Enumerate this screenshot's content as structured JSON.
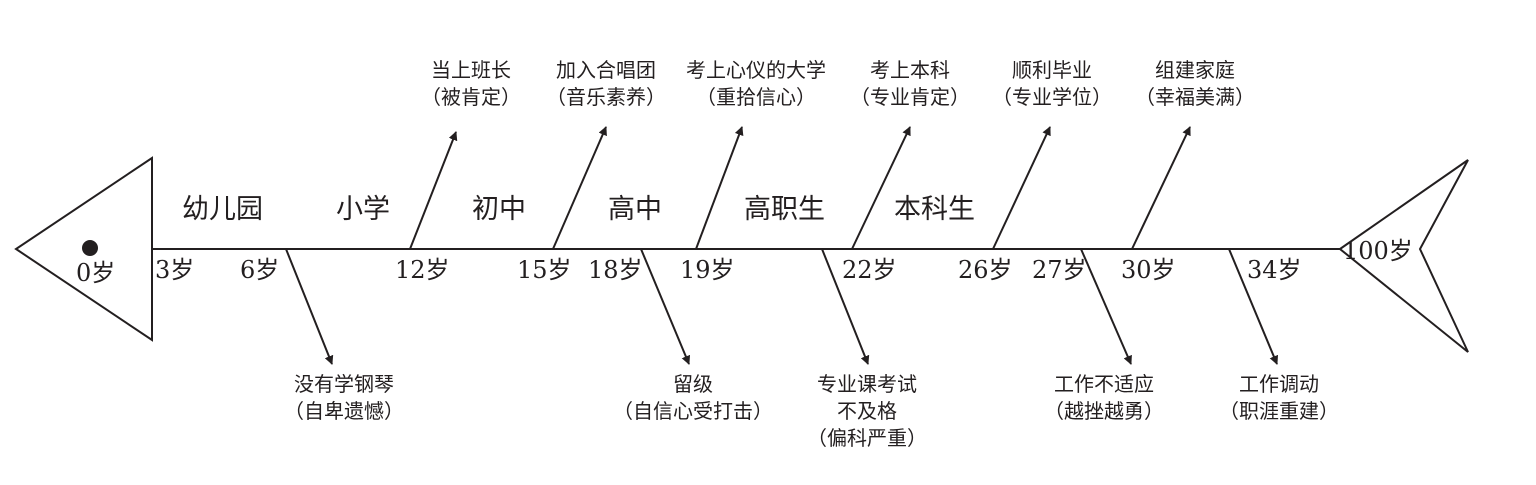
{
  "colors": {
    "ink": "#231f20",
    "background": "#ffffff"
  },
  "ages": [
    "0岁",
    "3岁",
    "6岁",
    "12岁",
    "15岁",
    "18岁",
    "19岁",
    "22岁",
    "26岁",
    "27岁",
    "30岁",
    "34岁",
    "100岁"
  ],
  "stages": [
    "幼儿园",
    "小学",
    "初中",
    "高中",
    "高职生",
    "本科生"
  ],
  "events_up": [
    {
      "age": "12岁",
      "title": "当上班长",
      "note": "（被肯定）"
    },
    {
      "age": "15岁",
      "title": "加入合唱团",
      "note": "（音乐素养）"
    },
    {
      "age": "19岁",
      "title": "考上心仪的大学",
      "note": "（重拾信心）"
    },
    {
      "age": "22岁",
      "title": "考上本科",
      "note": "（专业肯定）"
    },
    {
      "age": "26岁",
      "title": "顺利毕业",
      "note": "（专业学位）"
    },
    {
      "age": "30岁",
      "title": "组建家庭",
      "note": "（幸福美满）"
    }
  ],
  "events_down": [
    {
      "age": "6岁",
      "lines": [
        "没有学钢琴",
        "（自卑遗憾）"
      ]
    },
    {
      "age": "18岁",
      "lines": [
        "留级",
        "（自信心受打击）"
      ]
    },
    {
      "age": "22岁",
      "lines": [
        "专业课考试",
        "不及格",
        "（偏科严重）"
      ]
    },
    {
      "age": "27岁",
      "lines": [
        "工作不适应",
        "（越挫越勇）"
      ]
    },
    {
      "age": "34岁",
      "lines": [
        "工作调动",
        "（职涯重建）"
      ]
    }
  ]
}
